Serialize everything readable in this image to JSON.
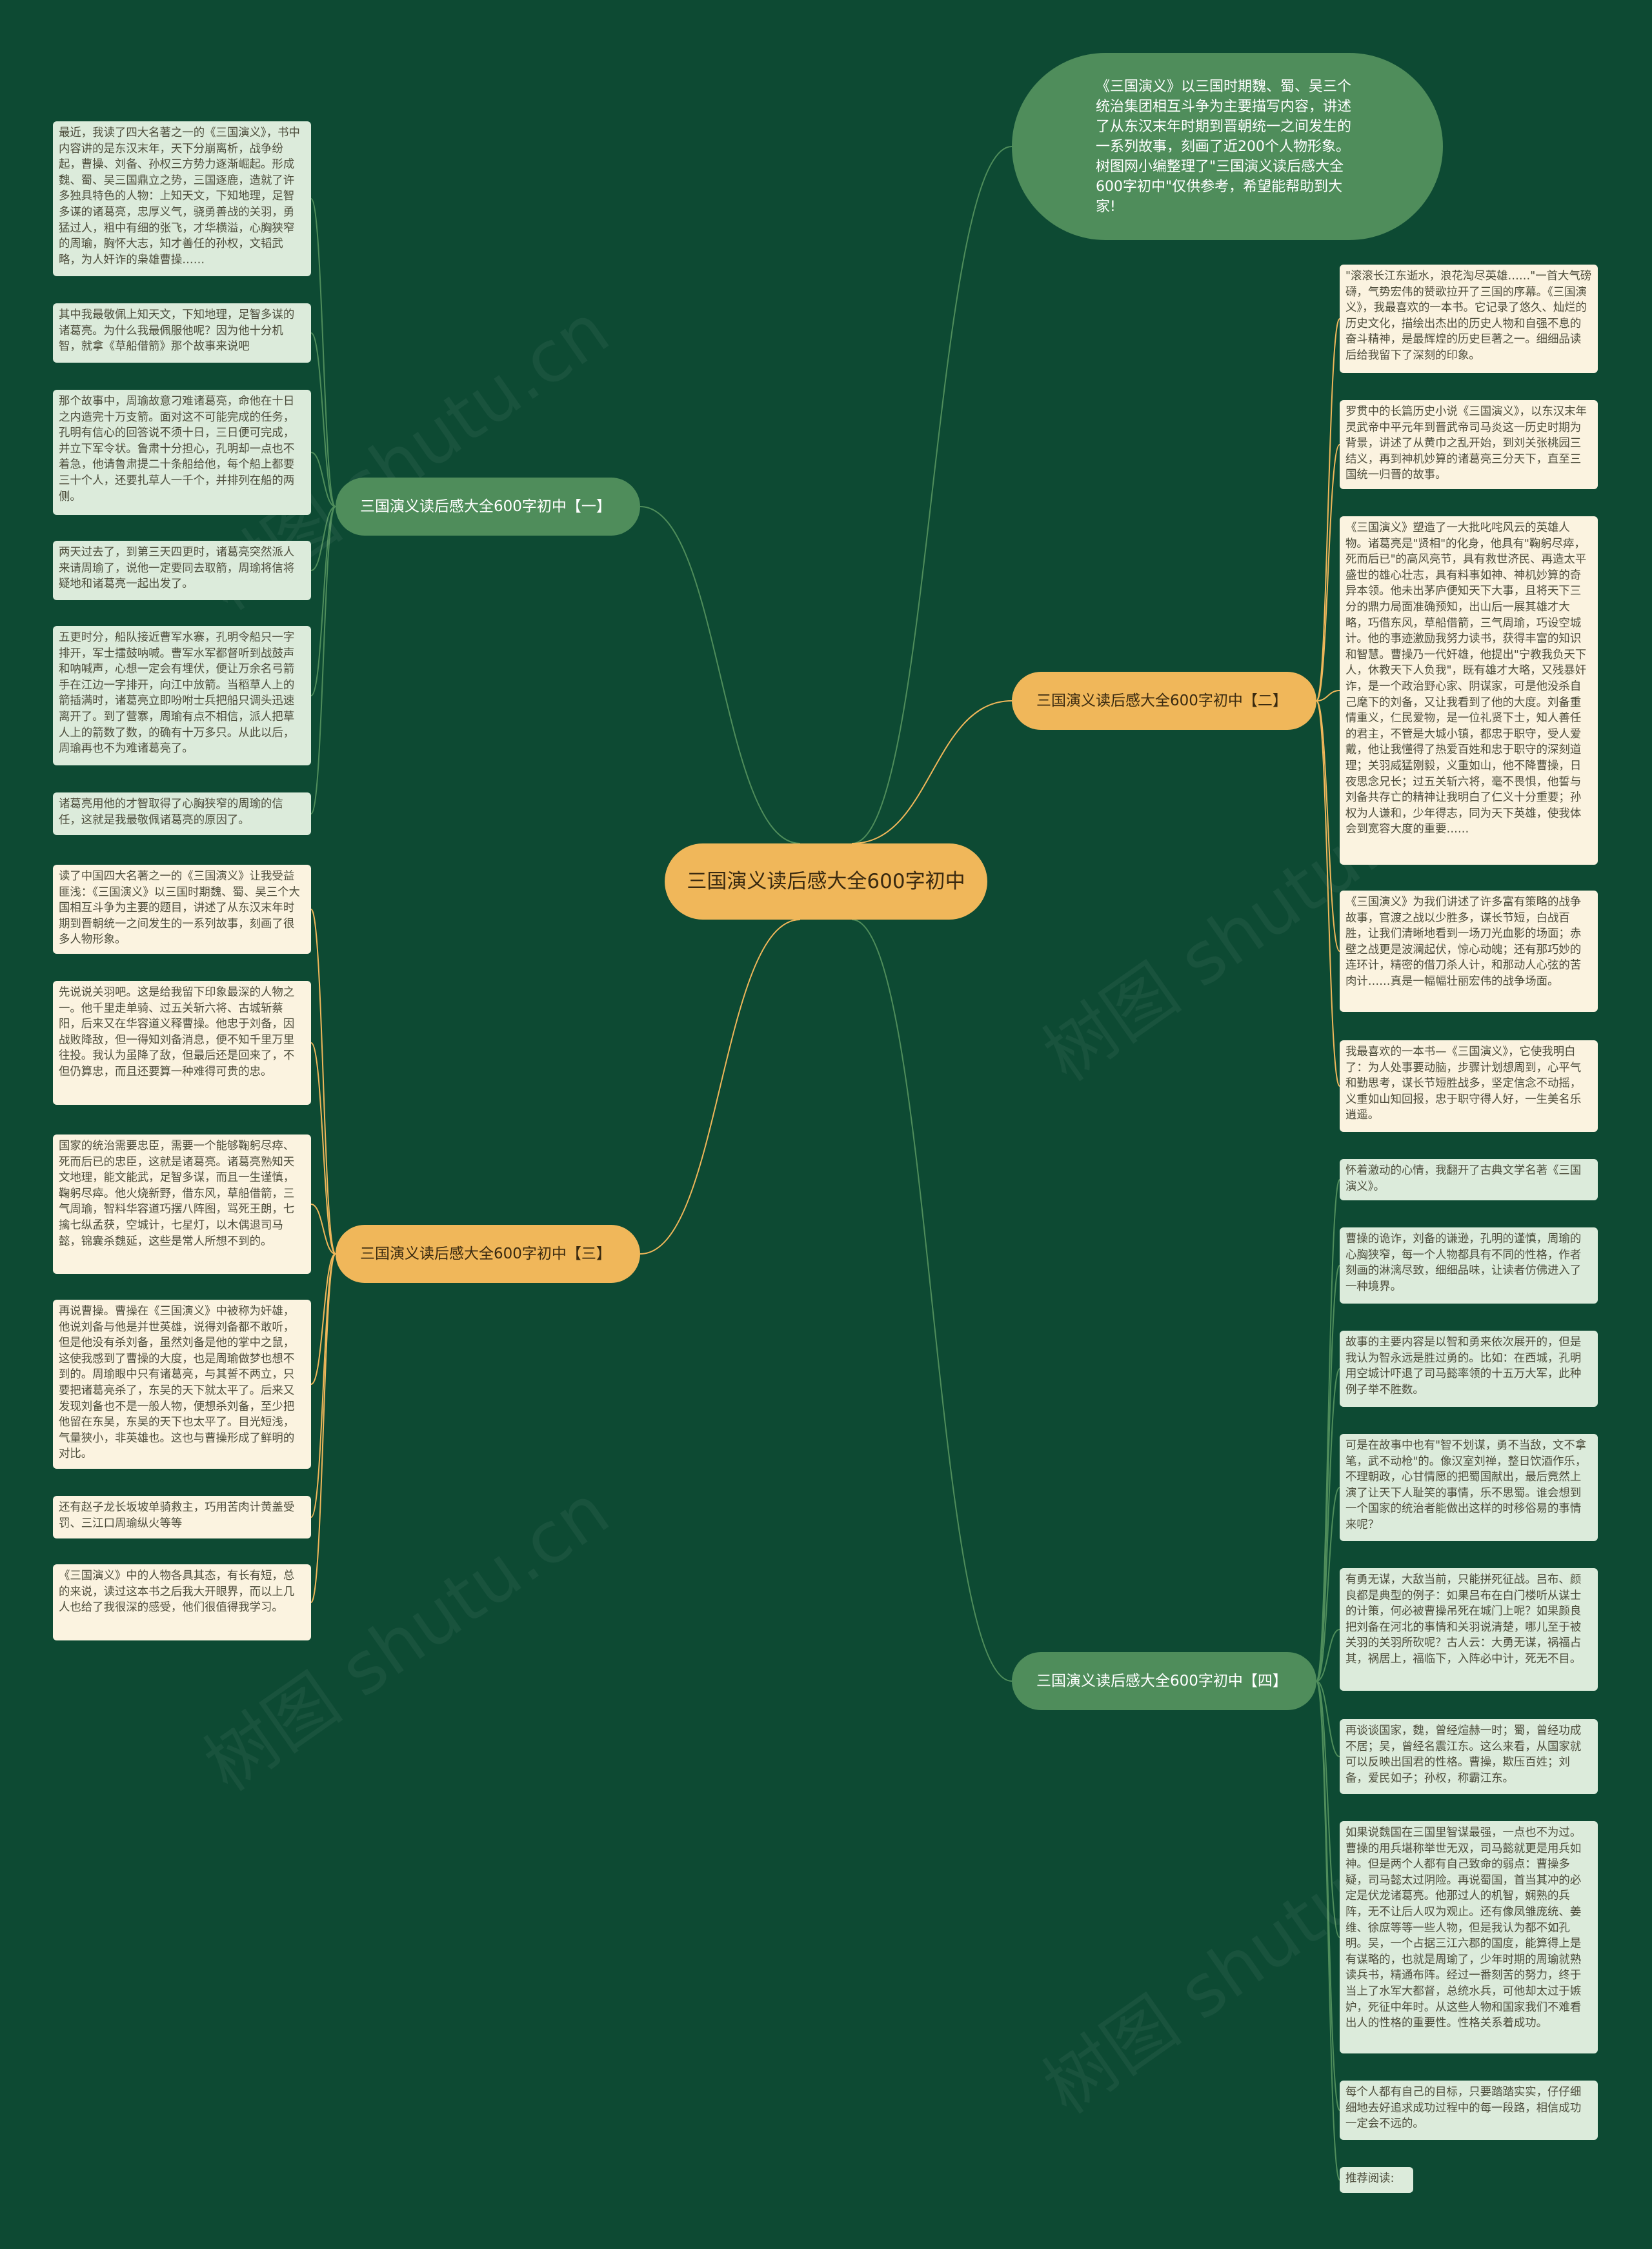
{
  "center": "三国演义读后感大全600字初中",
  "intro": "《三国演义》以三国时期魏、蜀、吴三个统治集团相互斗争为主要描写内容，讲述了从东汉末年时期到晋朝统一之间发生的一系列故事，刻画了近200个人物形象。树图网小编整理了\"三国演义读后感大全600字初中\"仅供参考，希望能帮助到大家!",
  "branches": [
    {
      "label": "三国演义读后感大全600字初中【一】",
      "leaves": [
        "最近，我读了四大名著之一的《三国演义》，书中内容讲的是东汉末年，天下分崩离析，战争纷起，曹操、刘备、孙权三方势力逐渐崛起。形成魏、蜀、吴三国鼎立之势，三国逐鹿，造就了许多独具特色的人物：上知天文，下知地理，足智多谋的诸葛亮，忠厚义气，骁勇善战的关羽，勇猛过人，粗中有细的张飞，才华横溢，心胸狭窄的周瑜，胸怀大志，知才善任的孙权，文韬武略，为人奸诈的枭雄曹操……",
        "其中我最敬佩上知天文，下知地理，足智多谋的诸葛亮。为什么我最佩服他呢？因为他十分机智，就拿《草船借箭》那个故事来说吧",
        "那个故事中，周瑜故意刁难诸葛亮，命他在十日之内造完十万支箭。面对这不可能完成的任务，孔明有信心的回答说不须十日，三日便可完成，并立下军令状。鲁肃十分担心，孔明却一点也不着急，他请鲁肃提二十条船给他，每个船上都要三十个人，还要扎草人一千个，并排列在船的两侧。",
        "两天过去了，到第三天四更时，诸葛亮突然派人来请周瑜了，说他一定要同去取箭，周瑜将信将疑地和诸葛亮一起出发了。",
        "五更时分，船队接近曹军水寨，孔明令船只一字排开，军士擂鼓呐喊。曹军水军都督听到战鼓声和呐喊声，心想一定会有埋伏，便让万余名弓箭手在江边一字排开，向江中放箭。当稻草人上的箭插满时，诸葛亮立即吩咐士兵把船只调头迅速离开了。到了营寨，周瑜有点不相信，派人把草人上的箭数了数，的确有十万多只。从此以后，周瑜再也不为难诸葛亮了。",
        "诸葛亮用他的才智取得了心胸狭窄的周瑜的信任，这就是我最敬佩诸葛亮的原因了。"
      ]
    },
    {
      "label": "三国演义读后感大全600字初中【二】",
      "leaves": [
        "\"滚滚长江东逝水，浪花淘尽英雄……\"一首大气磅礴，气势宏伟的赞歌拉开了三国的序幕。《三国演义》，我最喜欢的一本书。它记录了悠久、灿烂的历史文化，描绘出杰出的历史人物和自强不息的奋斗精神，是最辉煌的历史巨著之一。细细品读后给我留下了深刻的印象。",
        "罗贯中的长篇历史小说《三国演义》，以东汉末年灵武帝中平元年到晋武帝司马炎这一历史时期为背景，讲述了从黄巾之乱开始，到刘关张桃园三结义，再到神机妙算的诸葛亮三分天下，直至三国统一归晋的故事。",
        "《三国演义》塑造了一大批叱咤风云的英雄人物。诸葛亮是\"贤相\"的化身，他具有\"鞠躬尽瘁，死而后已\"的高风亮节，具有救世济民、再造太平盛世的雄心壮志，具有料事如神、神机妙算的奇异本领。他未出茅庐便知天下大事，且将天下三分的鼎力局面准确预知，出山后一展其雄才大略，巧借东风，草船借箭，三气周瑜，巧设空城计。他的事迹激励我努力读书，获得丰富的知识和智慧。曹操乃一代奸雄，他提出\"宁教我负天下人，休教天下人负我\"，既有雄才大略，又残暴奸诈，是一个政治野心家、阴谋家，可是他没杀自己麾下的刘备，又让我看到了他的大度。刘备重情重义，仁民爱物，是一位礼贤下士，知人善任的君主，不管是大城小镇，都忠于职守，受人爱戴，他让我懂得了热爱百姓和忠于职守的深刻道理；关羽威猛刚毅，义重如山，他不降曹操，日夜思念兄长；过五关斩六将，毫不畏惧，他誓与刘备共存亡的精神让我明白了仁义十分重要；孙权为人谦和，少年得志，同为天下英雄，使我体会到宽容大度的重要……",
        "《三国演义》为我们讲述了许多富有策略的战争故事，官渡之战以少胜多，谋长节短，白战百胜，让我们清晰地看到一场刀光血影的场面；赤壁之战更是波澜起伏，惊心动魄；还有那巧妙的连环计，精密的借刀杀人计，和那动人心弦的苦肉计……真是一幅幅壮丽宏伟的战争场面。",
        "我最喜欢的一本书—《三国演义》，它使我明白了：为人处事要动脑，步骤计划想周到，心平气和勤思考，谋长节短胜战多，坚定信念不动摇，义重如山知回报，忠于职守得人好，一生美名乐逍遥。"
      ]
    },
    {
      "label": "三国演义读后感大全600字初中【三】",
      "leaves": [
        "读了中国四大名著之一的《三国演义》让我受益匪浅：《三国演义》以三国时期魏、蜀、吴三个大国相互斗争为主要的题目，讲述了从东汉末年时期到晋朝统一之间发生的一系列故事，刻画了很多人物形象。",
        "先说说关羽吧。这是给我留下印象最深的人物之一。他千里走单骑、过五关斩六将、古城斩蔡阳，后来又在华容道义释曹操。他忠于刘备，因战败降敌，但一得知刘备消息，便不知千里万里往投。我认为虽降了敌，但最后还是回来了，不但仍算忠，而且还要算一种难得可贵的忠。",
        "国家的统治需要忠臣，需要一个能够鞠躬尽瘁、死而后已的忠臣，这就是诸葛亮。诸葛亮熟知天文地理，能文能武，足智多谋，而且一生谨慎，鞠躬尽瘁。他火烧新野，借东风，草船借箭，三气周瑜，智料华容道巧摆八阵图，骂死王朗，七擒七纵孟获，空城计，七星灯，以木偶退司马懿，锦囊杀魏延，这些是常人所想不到的。",
        "再说曹操。曹操在《三国演义》中被称为奸雄，他说刘备与他是并世英雄，说得刘备都不敢听，但是他没有杀刘备，虽然刘备是他的掌中之鼠，这使我感到了曹操的大度，也是周瑜做梦也想不到的。周瑜眼中只有诸葛亮，与其誓不两立，只要把诸葛亮杀了，东吴的天下就太平了。后来又发现刘备也不是一般人物，便想杀刘备，至少把他留在东吴，东吴的天下也太平了。目光短浅，气量狭小，非英雄也。这也与曹操形成了鲜明的对比。",
        "还有赵子龙长坂坡单骑救主，巧用苦肉计黄盖受罚、三江口周瑜纵火等等",
        "《三国演义》中的人物各具其态，有长有短，总的来说，读过这本书之后我大开眼界，而以上几人也给了我很深的感受，他们很值得我学习。"
      ]
    },
    {
      "label": "三国演义读后感大全600字初中【四】",
      "leaves": [
        "怀着激动的心情，我翻开了古典文学名著《三国演义》。",
        "曹操的诡诈，刘备的谦逊，孔明的谨慎，周瑜的心胸狭窄，每一个人物都具有不同的性格，作者刻画的淋漓尽致，细细品味，让读者仿佛进入了一种境界。",
        "故事的主要内容是以智和勇来依次展开的，但是我认为智永远是胜过勇的。比如：在西城，孔明用空城计吓退了司马懿率领的十五万大军，此种例子举不胜数。",
        "可是在故事中也有\"智不划谋，勇不当敌，文不拿笔，武不动枪\"的。像汉室刘禅，整日饮酒作乐，不理朝政，心甘情愿的把蜀国献出，最后竟然上演了让天下人耻笑的事情，乐不思蜀。谁会想到一个国家的统治者能做出这样的时移俗易的事情来呢？",
        "有勇无谋，大敌当前，只能拼死征战。吕布、颜良都是典型的例子：如果吕布在白门楼听从谋士的计策，何必被曹操吊死在城门上呢？如果颜良把刘备在河北的事情和关羽说清楚，哪儿至于被关羽的关羽所砍呢？古人云：大勇无谋，祸福占其，祸居上，福临下，入阵必中计，死无不目。",
        "再谈谈国家，魏，曾经煊赫一时；蜀，曾经功成不居；吴，曾经名震江东。这么来看，从国家就可以反映出国君的性格。曹操，欺压百姓；刘备，爱民如子；孙权，称霸江东。",
        "如果说魏国在三国里智谋最强，一点也不为过。曹操的用兵堪称举世无双，司马懿就更是用兵如神。但是两个人都有自己致命的弱点：曹操多疑，司马懿太过阴险。再说蜀国，首当其冲的必定是伏龙诸葛亮。他那过人的机智，娴熟的兵阵，无不让后人叹为观止。还有像凤雏庞统、姜维、徐庶等等一些人物，但是我认为都不如孔明。吴，一个占据三江六郡的国度，能算得上是有谋略的，也就是周瑜了，少年时期的周瑜就熟读兵书，精通布阵。经过一番刻苦的努力，终于当上了水军大都督，总统水兵，可他却太过于嫉妒，死征中年时。从这些人物和国家我们不难看出人的性格的重要性。性格关系着成功。",
        "每个人都有自己的目标，只要踏踏实实，仔仔细细地去好追求成功过程中的每一段路，相信成功一定会不远的。",
        "推荐阅读:"
      ]
    }
  ],
  "watermark": "树图 shutu.cn"
}
